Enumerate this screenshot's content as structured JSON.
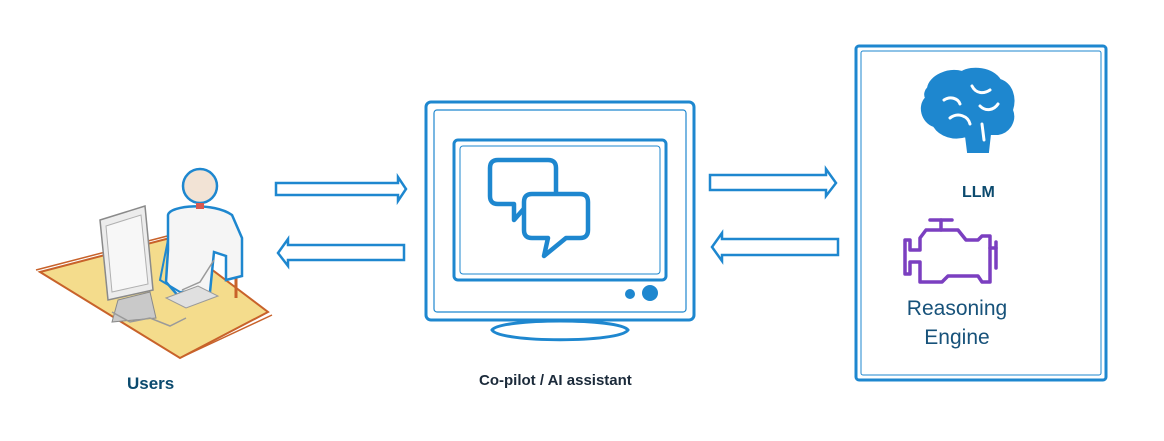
{
  "labels": {
    "users": "Users",
    "copilot": "Co-pilot / AI assistant",
    "llm": "LLM",
    "reasoning_engine": "Reasoning Engine"
  },
  "colors": {
    "accent_blue": "#1e87cf",
    "label_dark_blue": "#0b4a6e",
    "engine_purple": "#7b3fc0",
    "desk_yellow": "#f4dc8c",
    "desk_edge": "#c8622a"
  },
  "icons": [
    "user-at-computer-icon",
    "chat-bubbles-icon",
    "brain-icon",
    "engine-icon"
  ]
}
